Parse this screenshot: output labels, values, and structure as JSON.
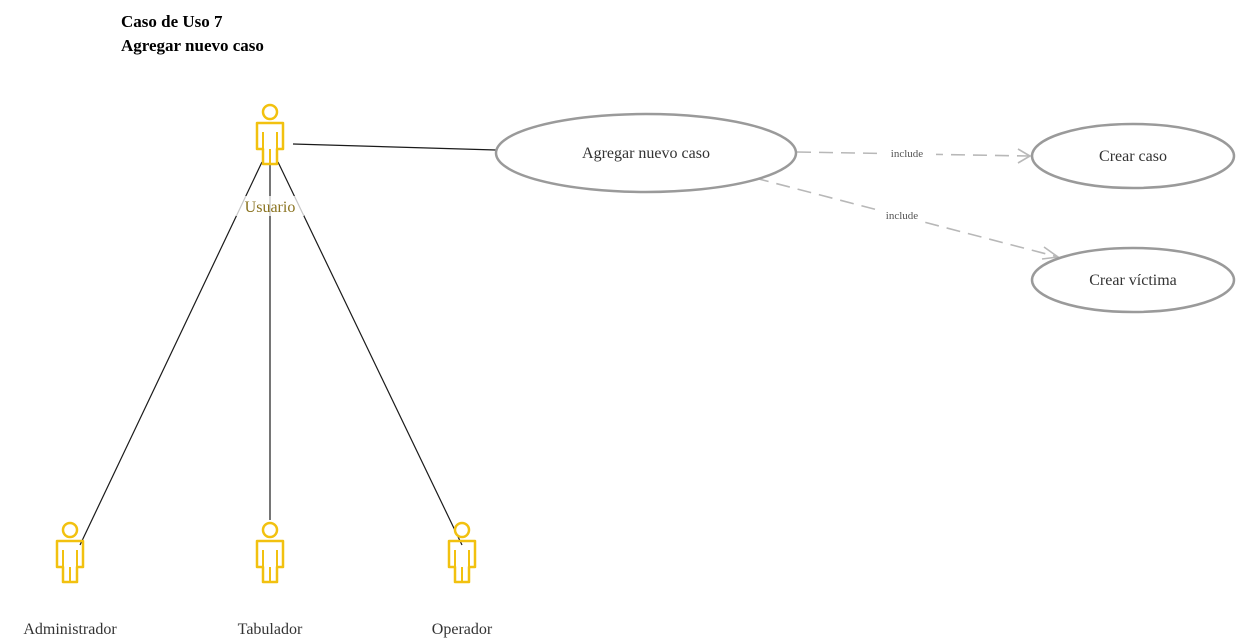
{
  "title": {
    "line1": "Caso de Uso 7",
    "line2": "Agregar nuevo caso"
  },
  "actors": {
    "usuario": "Usuario",
    "administrador": "Administrador",
    "tabulador": "Tabulador",
    "operador": "Operador"
  },
  "use_cases": {
    "agregar": "Agregar nuevo caso",
    "crear_caso": "Crear caso",
    "crear_victima": "Crear víctima"
  },
  "relations": {
    "include_1": "include",
    "include_2": "include"
  },
  "colors": {
    "actor": "#f2c10f",
    "actor_label": "#8a7320",
    "ellipse_stroke": "#9a9a9a",
    "association": "#1a1a1a",
    "include_line": "#b8b8b8",
    "text": "#333333"
  }
}
